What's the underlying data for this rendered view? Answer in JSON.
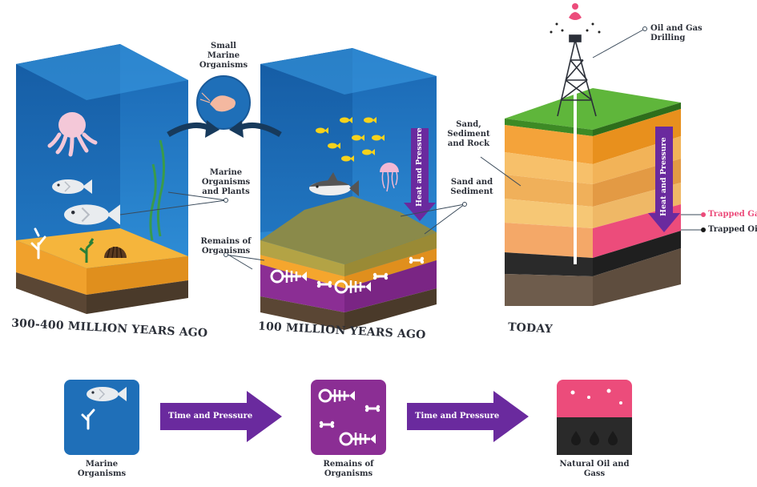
{
  "labels": {
    "small_marine": "Small\nMarine\nOrganisms",
    "marine_plants": "Marine\nOrganisms\nand Plants",
    "remains": "Remains of\nOrganisms",
    "sand_sediment_rock": "Sand,\nSediment\nand Rock",
    "sand_sediment": "Sand and\nSediment",
    "drilling": "Oil and Gas\nDrilling",
    "trapped_gas": "Trapped Gas",
    "trapped_oil": "Trapped Oil",
    "heat_pressure": "Heat and Pressure"
  },
  "eras": {
    "era1": "300-400 MILLION YEARS AGO",
    "era2": "100 MILLION YEARS AGO",
    "era3": "TODAY"
  },
  "bottom": {
    "marine": "Marine\nOrganisms",
    "remains": "Remains of\nOrganisms",
    "oil_gas": "Natural Oil and\nGass",
    "arrow1": "Time and Pressure",
    "arrow2": "Time and Pressure"
  },
  "colors": {
    "water": "#1d6fb8",
    "sediment": "#f2a531",
    "purple": "#8b2e94",
    "gas": "#ec4c7b",
    "arrow": "#5a1f8a",
    "text": "#2b2f38"
  },
  "icons": [
    "octopus-icon",
    "fish-icon",
    "shark-icon",
    "jellyfish-icon",
    "shrimp-icon",
    "coral-icon",
    "seaweed-icon",
    "shell-icon",
    "bone-icon",
    "fish-skeleton-icon",
    "drilling-rig-icon",
    "oil-drop-icon"
  ]
}
